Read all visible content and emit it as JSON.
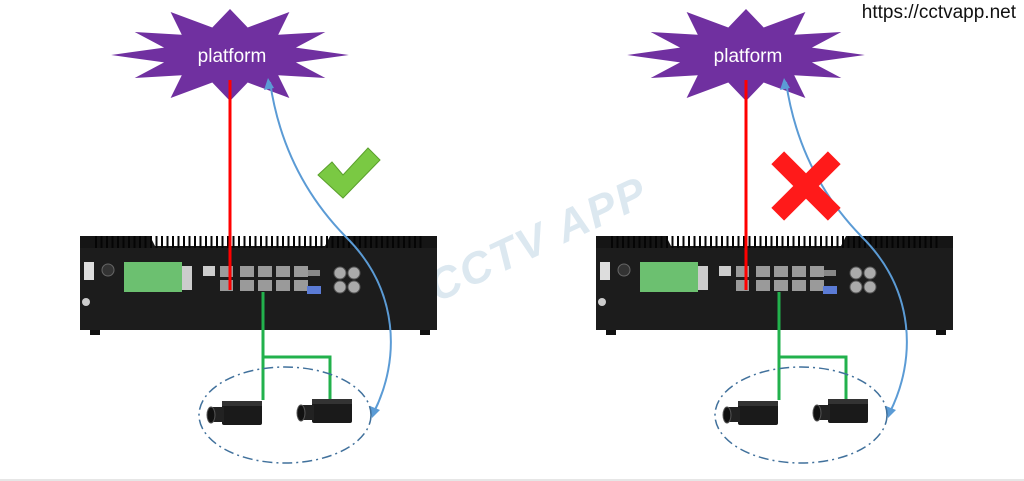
{
  "site_url": "https://cctvapp.net",
  "watermark": "CCTV APP",
  "panels": [
    {
      "platform_label": "platform",
      "status": "correct",
      "status_icon": "checkmark-icon",
      "status_color": "#7ac943"
    },
    {
      "platform_label": "platform",
      "status": "incorrect",
      "status_icon": "cross-icon",
      "status_color": "#ff1a1a"
    }
  ],
  "colors": {
    "platform": "#7030a0",
    "uplink": "#ff0000",
    "camera_link": "#22b14c",
    "data_flow": "#5b9bd5",
    "group_outline": "#41719c"
  }
}
